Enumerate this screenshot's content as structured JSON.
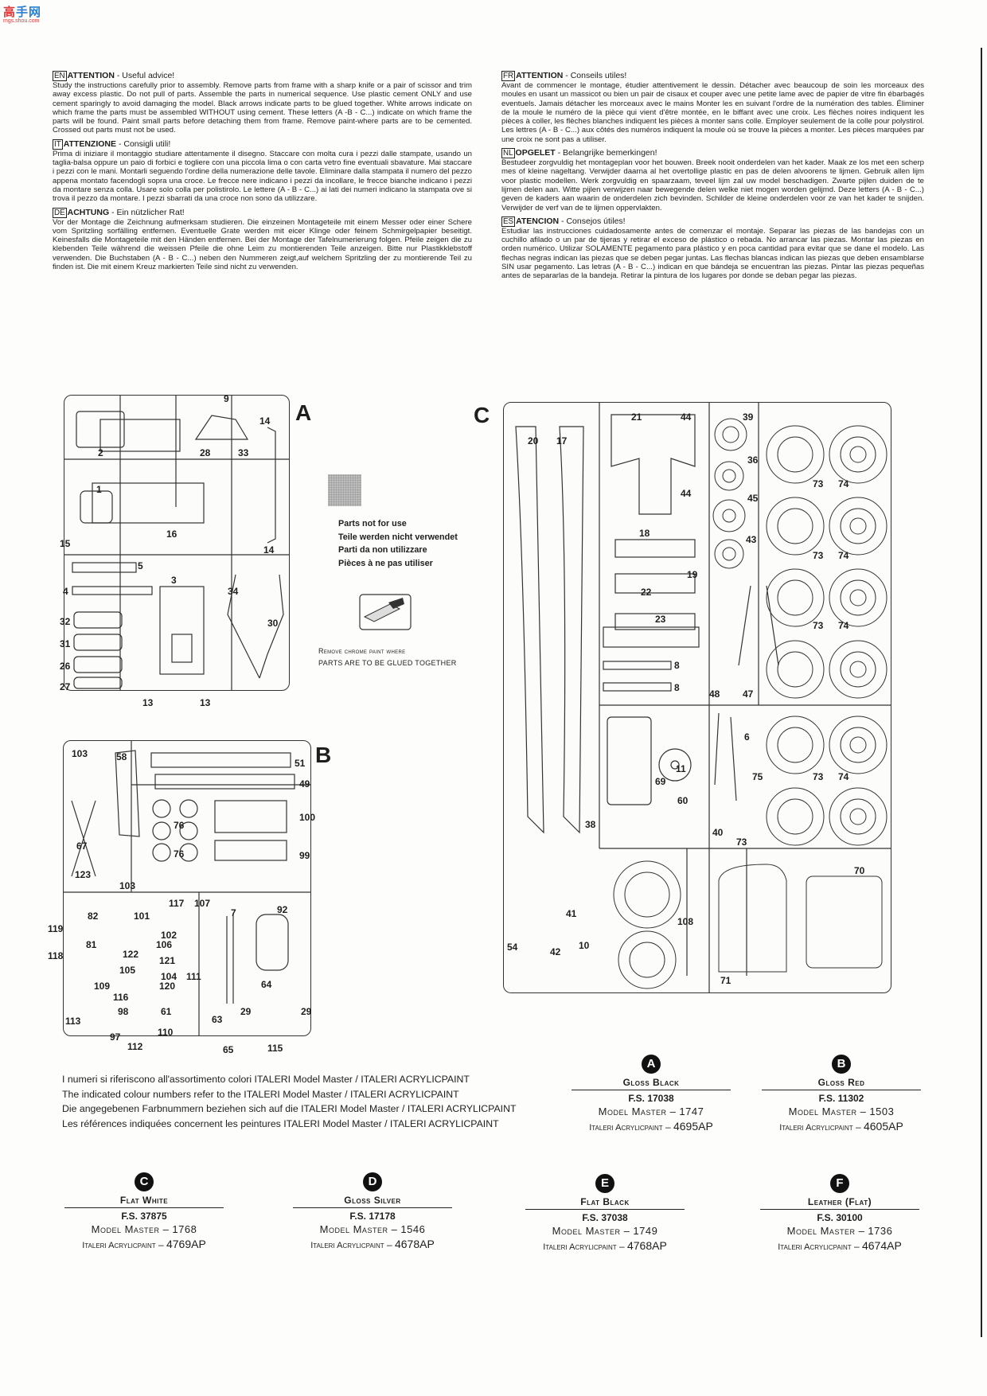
{
  "watermark": {
    "logo_a": "高",
    "logo_b": "手网",
    "url": "mgs.shou.com"
  },
  "instructions": [
    {
      "code": "EN",
      "title": "ATTENTION",
      "subtitle": " - Useful advice!",
      "text": "Study the instructions carefully prior to assembly. Remove parts from frame with a sharp knife or a pair of scissor and trim away excess plastic. Do not pull of parts. Assemble the parts in numerical sequence. Use plastic cement ONLY and use cement sparingly to avoid damaging the model. Black arrows indicate parts to be glued together. White arrows indicate on which frame the parts must be assembled WITHOUT using cement. These letters (A -B - C...) indicate on which frame the parts will be found. Paint small parts before detaching them from frame. Remove paint-where parts are to be cemented. Crossed out parts must not be used."
    },
    {
      "code": "IT",
      "title": "ATTENZIONE",
      "subtitle": " - Consigli utili!",
      "text": "Prima di iniziare il montaggio studiare attentamente il disegno. Staccare con molta cura i pezzi dalle stampate, usando un taglia-balsa oppure un paio di forbici e togliere con una piccola lima o con carta vetro fine eventuali sbavature. Mai staccare i pezzi con le mani. Montarli seguendo l'ordine della numerazione delle tavole. Eliminare dalla stampata il numero del pezzo appena montato facendogli sopra una croce. Le frecce nere indicano i pezzi da incollare, le frecce bianche indicano i pezzi da montare senza colla. Usare solo colla per polistirolo. Le lettere (A - B - C...) ai lati dei numeri indicano la stampata ove si trova il pezzo da montare. I pezzi sbarrati da una croce non sono da utilizzare."
    },
    {
      "code": "DE",
      "title": "ACHTUNG",
      "subtitle": " - Ein nützlicher Rat!",
      "text": "Vor der Montage die Zeichnung aufmerksam studieren. Die einzeinen Montageteile mit einem Messer oder einer Schere vom Spritzling sorfälling entfernen. Eventuelle Grate werden mit eicer Klinge oder feinem Schmirgelpapier beseitigt. Keinesfalls die Montageteile mit den Händen entfernen. Bei der Montage der Tafelnumerierung folgen. Pfeile zeigen die zu klebenden Teile während die weissen Pfeile die ohne Leim zu montierenden Teile anzeigen. Bitte nur Plastikklebstoff verwenden. Die Buchstaben (A - B - C...) neben den Nummeren zeigt,auf welchem Spritzling der zu montierende Teil zu finden ist. Die mit einem Kreuz markierten Teile sind nicht zu verwenden."
    },
    {
      "code": "FR",
      "title": "ATTENTION",
      "subtitle": " - Conseils utiles!",
      "text": "Avant de commencer le montage, étudier attentivement le dessin. Détacher avec beaucoup de soin les morceaux des moules en usant un massicot ou bien un pair de cisaux et couper avec une petite lame avec de papier de vitre fin ébarbagés eventuels. Jamais détacher les morceaux avec le mains Monter les en suivant l'ordre de la numération des tables. Éliminer de la moule le numéro de la pièce qui vient d'être montée, en le biffant avec une croix. Les flèches noires indiquent les pièces à coller, les flèches blanches indiquent les pièces à monter sans colle. Employer seulement de la colle pour polystirol. Les lettres (A - B - C...) aux côtés des numéros indiquent la moule où se trouve la pièces a monter. Les pièces marquées par une croix ne sont pas a utiliser."
    },
    {
      "code": "NL",
      "title": "OPGELET",
      "subtitle": " - Belangrijke bemerkingen!",
      "text": "Bestudeer zorgvuldig het montageplan voor het bouwen. Breek nooit onderdelen van het kader. Maak ze los met een scherp mes of kleine nageltang. Verwijder daarna al het overtollige plastic en pas de delen alvoorens te lijmen. Gebruik allen lijm voor plastic modellen. Werk zorgvuldig en spaarzaam, teveel lijm zal uw model beschadigen. Zwarte pijlen duiden de te lijmen delen aan. Witte pijlen verwijzen naar bewegende delen welke niet mogen worden gelijmd. Deze letters (A - B - C...) geven de kaders aan waarin de onderdelen zich bevinden. Schilder de kleine onderdelen voor ze van het kader te snijden. Verwijder de verf van de te lijmen oppervlakten."
    },
    {
      "code": "ES",
      "title": "ATENCION",
      "subtitle": " - Consejos útiles!",
      "text": "Estudiar las instrucciones cuidadosamente antes de comenzar el montaje. Separar las piezas de las bandejas con un cuchillo afilado o un par de tijeras y retirar el exceso de plástico o rebada. No arrancar las piezas. Montar las piezas en orden numérico. Utilizar SOLAMENTE pegamento para plástico y en poca cantidad para evitar que se dane el modelo. Las flechas negras indican las piezas que se deben pegar juntas. Las flechas blancas indican las piezas que deben ensamblarse SIN usar pegamento. Las letras (A - B - C...) indican en que bándeja se encuentran las piezas. Pintar las piezas pequeñas antes de separarlas de la bandeja. Retirar la pintura de los lugares por donde se deban pegar las piezas."
    }
  ],
  "frames": {
    "A": {
      "letter": "A",
      "numbers": [
        "9",
        "14",
        "2",
        "28",
        "33",
        "1",
        "15",
        "16",
        "14",
        "5",
        "3",
        "4",
        "34",
        "32",
        "30",
        "31",
        "26",
        "27",
        "13",
        "13"
      ]
    },
    "B": {
      "letter": "B",
      "numbers": [
        "103",
        "58",
        "51",
        "49",
        "100",
        "76",
        "76",
        "99",
        "67",
        "123",
        "103",
        "117",
        "107",
        "7",
        "92",
        "119",
        "82",
        "101",
        "118",
        "81",
        "102",
        "106",
        "122",
        "121",
        "105",
        "104",
        "109",
        "120",
        "111",
        "116",
        "64",
        "98",
        "61",
        "63",
        "29",
        "29",
        "113",
        "110",
        "97",
        "112",
        "65",
        "115"
      ]
    },
    "C": {
      "letter": "C",
      "numbers": [
        "21",
        "44",
        "39",
        "20",
        "17",
        "36",
        "44",
        "45",
        "73",
        "74",
        "18",
        "43",
        "73",
        "74",
        "19",
        "22",
        "23",
        "73",
        "74",
        "8",
        "8",
        "48",
        "47",
        "6",
        "11",
        "69",
        "75",
        "73",
        "74",
        "60",
        "38",
        "40",
        "73",
        "70",
        "41",
        "108",
        "54",
        "42",
        "10",
        "71"
      ]
    }
  },
  "legend": {
    "not_used": [
      "Parts not for use",
      "Teile werden nicht verwendet",
      "Parti da non utilizzare",
      "Pièces à ne pas utiliser"
    ],
    "remove_paint": [
      "Remove chrome paint where",
      "parts are to be glued together"
    ]
  },
  "color_notes": [
    "I numeri si riferiscono all'assortimento colori ITALERI Model Master / ITALERI ACRYLICPAINT",
    "The indicated colour numbers refer to the ITALERI Model Master / ITALERI ACRYLICPAINT",
    "Die angegebenen Farbnummern beziehen sich auf die ITALERI Model Master / ITALERI ACRYLICPAINT",
    "Les références indiquées concernent les peintures ITALERI Model Master / ITALERI ACRYLICPAINT"
  ],
  "colors": [
    {
      "badge": "A",
      "name": "Gloss Black",
      "fs": "F.S. 17038",
      "mm_label": "Model Master",
      "mm_code": "1747",
      "ia_label": "Italeri Acrylicpaint",
      "ia_code": "4695AP"
    },
    {
      "badge": "B",
      "name": "Gloss Red",
      "fs": "F.S. 11302",
      "mm_label": "Model Master",
      "mm_code": "1503",
      "ia_label": "Italeri Acrylicpaint",
      "ia_code": "4605AP"
    },
    {
      "badge": "C",
      "name": "Flat White",
      "fs": "F.S. 37875",
      "mm_label": "Model Master",
      "mm_code": "1768",
      "ia_label": "Italeri Acrylicpaint",
      "ia_code": "4769AP"
    },
    {
      "badge": "D",
      "name": "Gloss Silver",
      "fs": "F.S. 17178",
      "mm_label": "Model Master",
      "mm_code": "1546",
      "ia_label": "Italeri Acrylicpaint",
      "ia_code": "4678AP"
    },
    {
      "badge": "E",
      "name": "Flat Black",
      "fs": "F.S. 37038",
      "mm_label": "Model Master",
      "mm_code": "1749",
      "ia_label": "Italeri Acrylicpaint",
      "ia_code": "4768AP"
    },
    {
      "badge": "F",
      "name": "Leather (Flat)",
      "fs": "F.S. 30100",
      "mm_label": "Model Master",
      "mm_code": "1736",
      "ia_label": "Italeri Acrylicpaint",
      "ia_code": "4674AP"
    }
  ]
}
